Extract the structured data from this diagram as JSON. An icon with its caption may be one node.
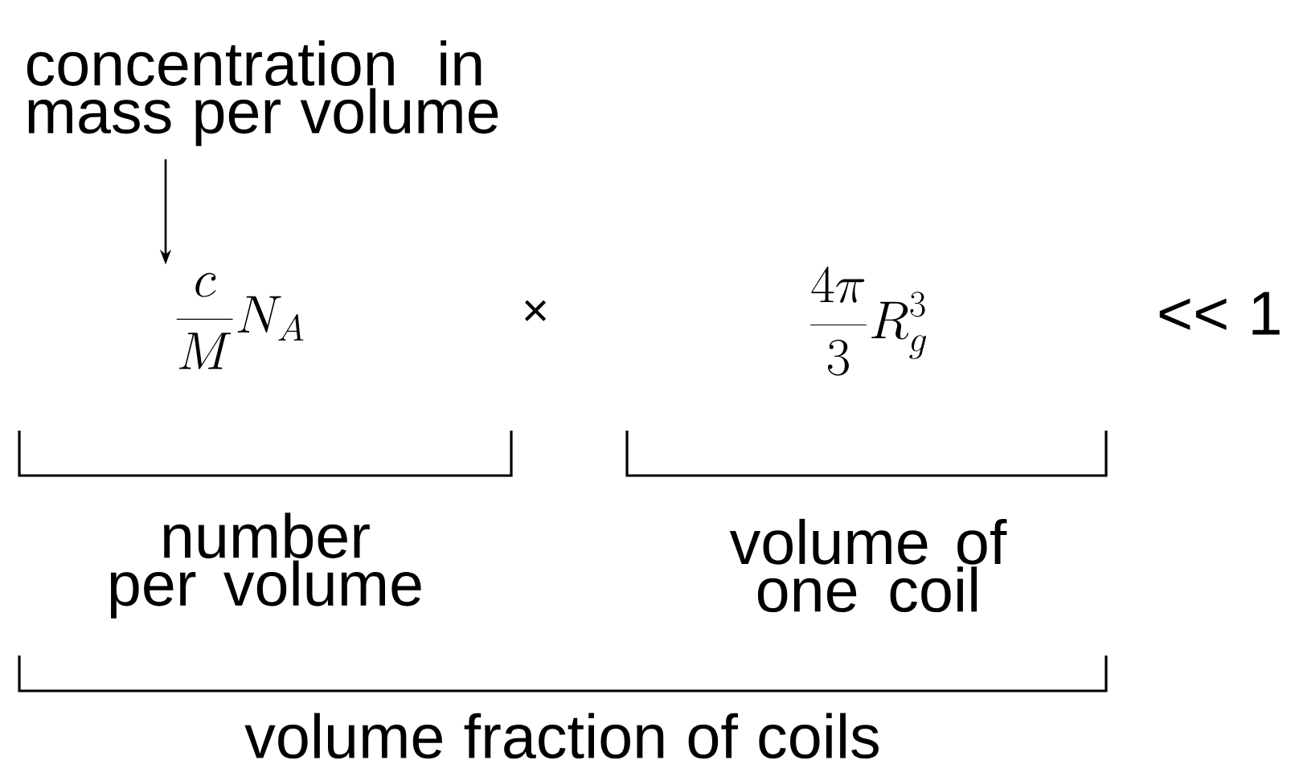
{
  "diagram": {
    "nodes": [
      {
        "text": [
          "concentration in mass per volume"
        ]
      },
      {
        "text": [
          "\\frac{c}{M}N_{A}"
        ]
      }
    ],
    "edges": [
      {
        "from": 0,
        "to": 1,
        "arrow": "to"
      }
    ],
    "labels": [
      "×",
      "\\frac{4\\pi}{3}R_{g}^{3}",
      "<< 1",
      "number per volume",
      "volume of one coil",
      "volume fraction of coils"
    ]
  }
}
